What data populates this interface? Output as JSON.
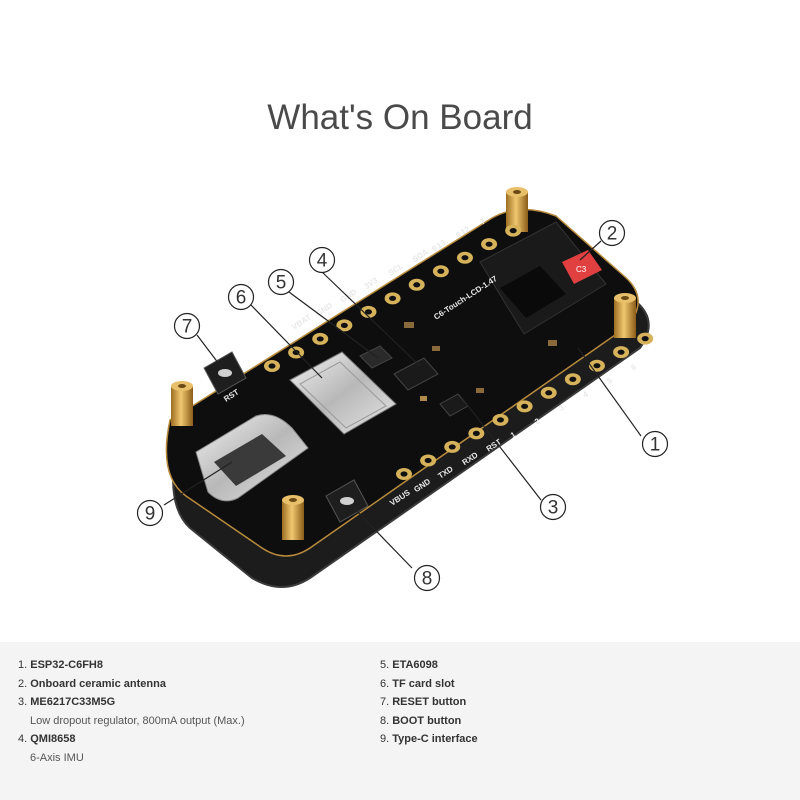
{
  "title": "What's On Board",
  "callouts": [
    "1",
    "2",
    "3",
    "4",
    "5",
    "6",
    "7",
    "8",
    "9"
  ],
  "board": {
    "silk_text": "C6-Touch-LCD-1.47",
    "top_pins": [
      "12",
      "13",
      "SDA",
      "SCL",
      "3V3",
      "GND",
      "GND",
      "VBAT"
    ],
    "top_pins_right": [
      "9",
      "8",
      "7"
    ],
    "bottom_pins": [
      "VBUS",
      "GND",
      "TXD",
      "RXD",
      "RST",
      "1",
      "2",
      "3",
      "4",
      "5",
      "6"
    ],
    "rst_label": "RST",
    "antenna_label": "C3"
  },
  "legend": {
    "left": [
      {
        "number": "1.",
        "name": "ESP32-C6FH8",
        "sub": ""
      },
      {
        "number": "2.",
        "name": "Onboard ceramic antenna",
        "sub": ""
      },
      {
        "number": "3.",
        "name": "ME6217C33M5G",
        "sub": "Low dropout regulator, 800mA output (Max.)"
      },
      {
        "number": "4.",
        "name": "QMI8658",
        "sub": "6-Axis IMU"
      }
    ],
    "right": [
      {
        "number": "5.",
        "name": "ETA6098",
        "sub": ""
      },
      {
        "number": "6.",
        "name": "TF card slot",
        "sub": ""
      },
      {
        "number": "7.",
        "name": "RESET button",
        "sub": ""
      },
      {
        "number": "8.",
        "name": "BOOT button",
        "sub": ""
      },
      {
        "number": "9.",
        "name": "Type-C interface",
        "sub": ""
      }
    ]
  },
  "colors": {
    "pcb": "#111111",
    "pcb_edge": "#2a2a2a",
    "standoff": "#c8953a",
    "pad": "#d6b25a",
    "antenna": "#e04040"
  }
}
